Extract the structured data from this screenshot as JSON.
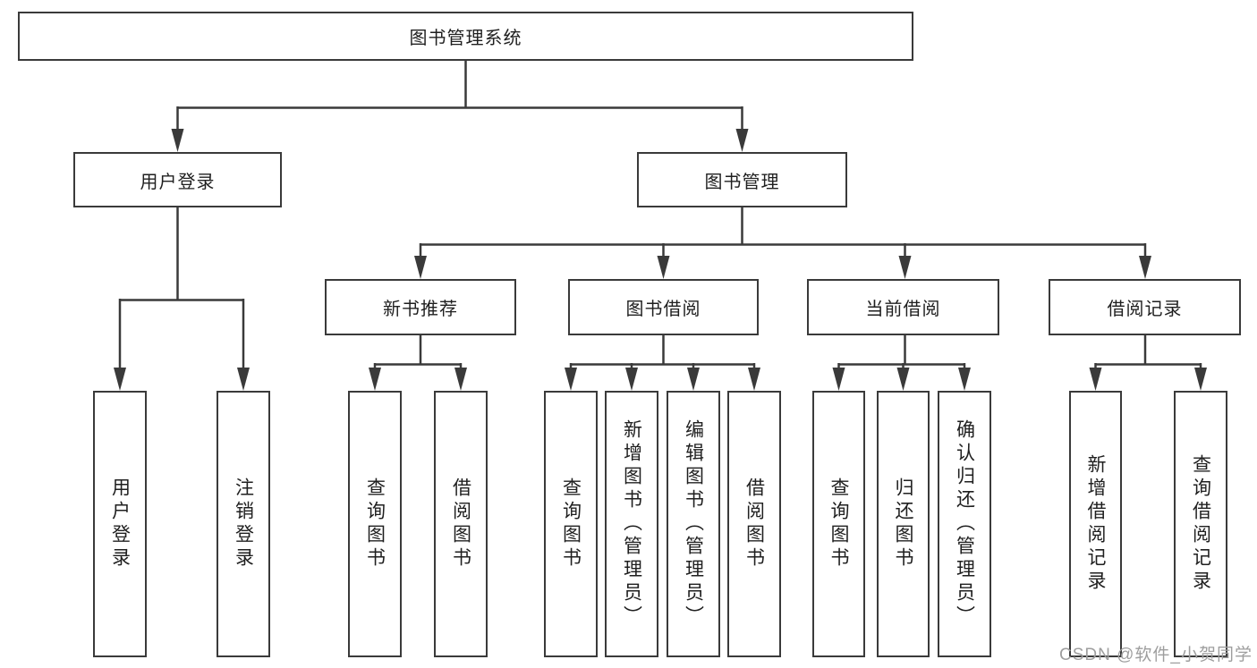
{
  "title": "图书管理系统",
  "watermark": "CSDN @软件_小贺同学",
  "colors": {
    "line": "#3a3a3a",
    "text": "#1f1f1f",
    "watermark": "#9e9e9e",
    "background": "#ffffff"
  },
  "tree": {
    "label": "图书管理系统",
    "children": [
      {
        "label": "用户登录",
        "children": [
          {
            "label": "用户登录"
          },
          {
            "label": "注销登录"
          }
        ]
      },
      {
        "label": "图书管理",
        "children": [
          {
            "label": "新书推荐",
            "children": [
              {
                "label": "查询图书"
              },
              {
                "label": "借阅图书"
              }
            ]
          },
          {
            "label": "图书借阅",
            "children": [
              {
                "label": "查询图书"
              },
              {
                "label": "新增图书（管理员）"
              },
              {
                "label": "编辑图书（管理员）"
              },
              {
                "label": "借阅图书"
              }
            ]
          },
          {
            "label": "当前借阅",
            "children": [
              {
                "label": "查询图书"
              },
              {
                "label": "归还图书"
              },
              {
                "label": "确认归还（管理员）"
              }
            ]
          },
          {
            "label": "借阅记录",
            "children": [
              {
                "label": "新增借阅记录"
              },
              {
                "label": "查询借阅记录"
              }
            ]
          }
        ]
      }
    ]
  }
}
